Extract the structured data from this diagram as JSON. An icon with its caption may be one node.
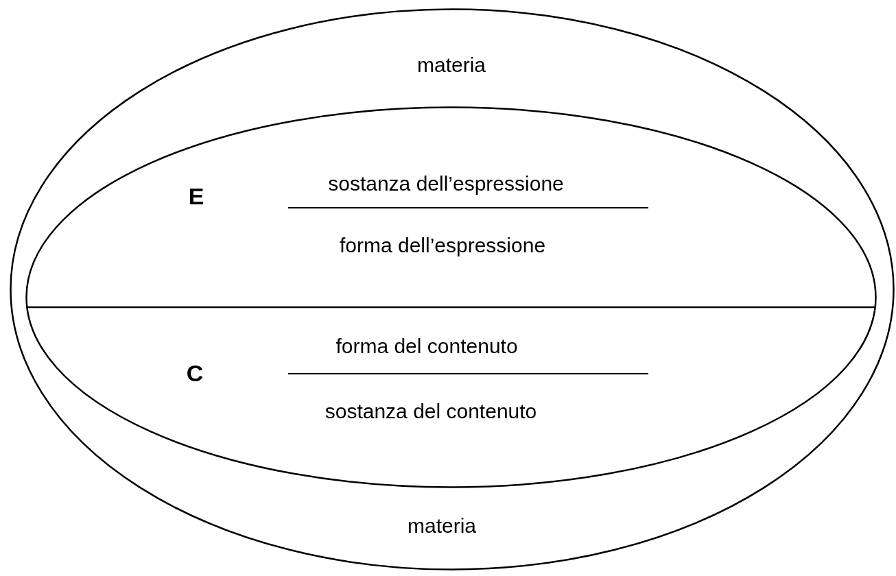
{
  "diagram": {
    "nodes": [
      {
        "text": [
          "materia",
          "materia"
        ]
      },
      {
        "text": [],
        "shape": "ellipse",
        "in": 0
      },
      {
        "text": [
          "E",
          "sostanza dell’espressione",
          "forma dell’espressione"
        ],
        "in": 1
      },
      {
        "text": [
          "C",
          "forma del contenuto",
          "sostanza del contenuto"
        ],
        "in": 1
      }
    ]
  }
}
